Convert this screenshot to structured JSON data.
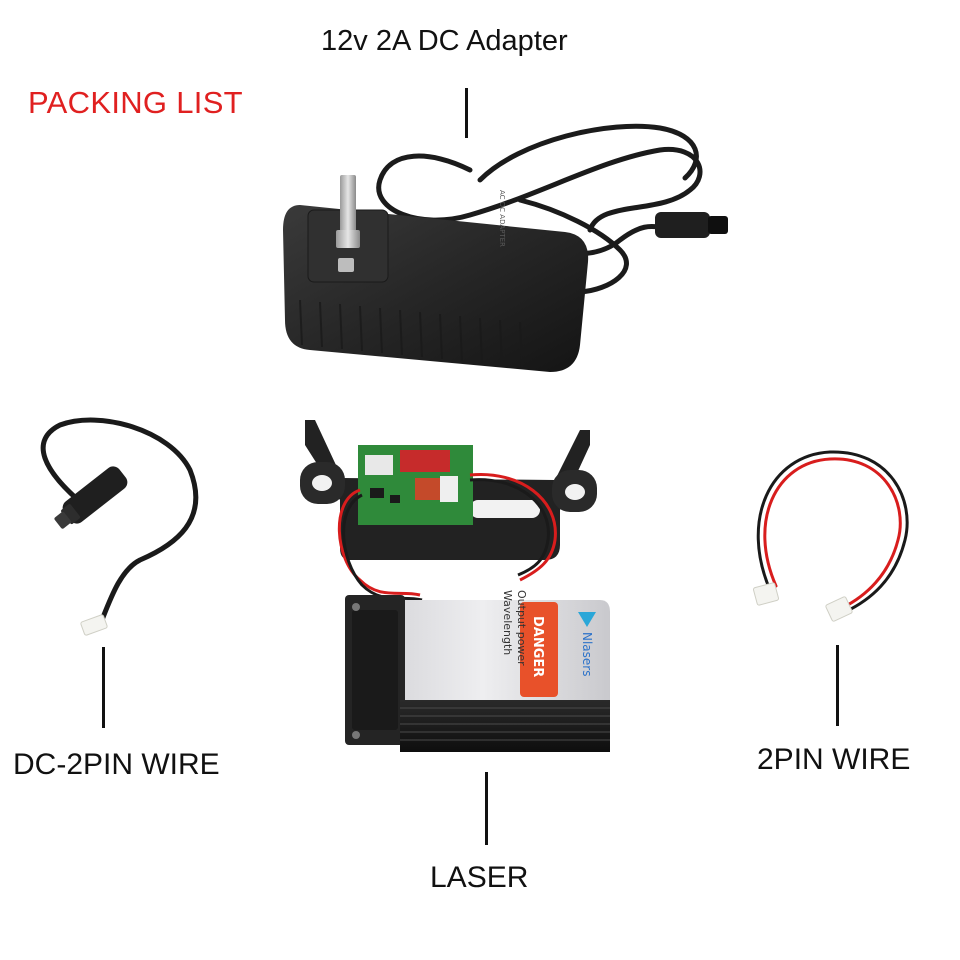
{
  "title": "PACKING LIST",
  "colors": {
    "title": "#e02020",
    "labels": "#111111",
    "background": "#ffffff",
    "body_plastic": "#2b2b2b",
    "pcb_green": "#2f8a3a",
    "wire_red": "#d81d1d",
    "laser_sticker": "#d9d9dc",
    "danger_orange": "#e8512a",
    "heatsink": "#1e1e1e"
  },
  "items": {
    "adapter": {
      "label": "12v 2A DC Adapter",
      "icon": "power-adapter-icon"
    },
    "dc_wire": {
      "label": "DC-2PIN WIRE",
      "icon": "dc-cable-icon"
    },
    "pin_wire": {
      "label": "2PIN WIRE",
      "icon": "two-pin-cable-icon"
    },
    "laser": {
      "label": "LASER",
      "icon": "laser-module-icon"
    }
  },
  "laser_sticker": {
    "brand": "Nlasers",
    "danger": "DANGER",
    "wavelength_heading": "Wavelength",
    "output_power_heading": "Output power"
  }
}
